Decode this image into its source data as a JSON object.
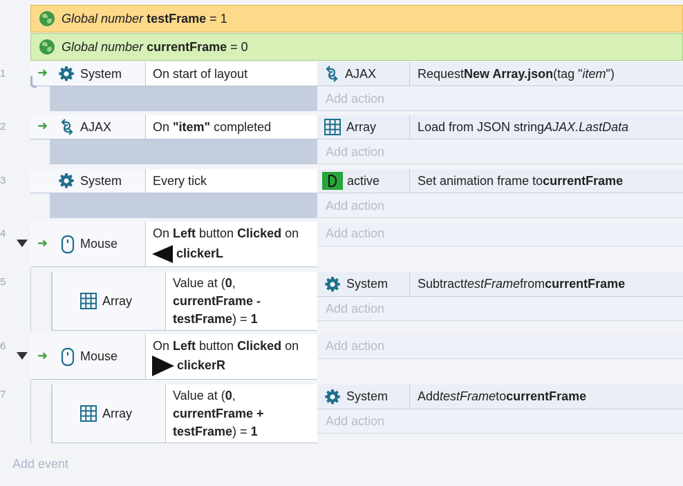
{
  "globals": [
    {
      "prefix": "Global number",
      "name": "testFrame",
      "suffix": "= 1",
      "bg": "#fdd98a",
      "border": "#e8b94d"
    },
    {
      "prefix": "Global number",
      "name": "currentFrame",
      "suffix": "= 0",
      "bg": "#d6f0b6",
      "border": "#a9cf86"
    }
  ],
  "add_action_label": "Add action",
  "add_event_label": "Add event",
  "events": [
    {
      "num": "1",
      "cond_obj": "System",
      "cond_text": "On start of layout",
      "act_obj": "AJAX",
      "act_pre": "Request ",
      "act_bold": "New Array.json",
      "act_post": " (tag \"",
      "act_italic": "item",
      "act_end": "\")"
    },
    {
      "num": "2",
      "cond_obj": "AJAX",
      "cond_pre": "On ",
      "cond_bold": "\"item\"",
      "cond_post": " completed",
      "act_obj": "Array",
      "act_pre": "Load from JSON string ",
      "act_italic": "AJAX.LastData"
    },
    {
      "num": "3",
      "cond_obj": "System",
      "cond_text": "Every tick",
      "act_obj": "active",
      "act_pre": "Set animation frame to ",
      "act_bold": "currentFrame"
    },
    {
      "num": "4",
      "cond_obj": "Mouse",
      "c1": "On ",
      "c2": "Left",
      "c3": " button ",
      "c4": "Clicked",
      "c5": " on",
      "c6": "clickerL"
    },
    {
      "num": "5",
      "cond_obj": "Array",
      "v1": "Value at (",
      "v2": "0",
      "v3": ",",
      "v4": "currentFrame -",
      "v5": "testFrame",
      "v6": ") = ",
      "v7": "1",
      "act_obj": "System",
      "act_pre": "Subtract ",
      "act_italic": "testFrame",
      "act_mid": " from ",
      "act_bold": "currentFrame"
    },
    {
      "num": "6",
      "cond_obj": "Mouse",
      "c1": "On ",
      "c2": "Left",
      "c3": " button ",
      "c4": "Clicked",
      "c5": " on",
      "c6": "clickerR"
    },
    {
      "num": "7",
      "cond_obj": "Array",
      "v1": "Value at (",
      "v2": "0",
      "v3": ",",
      "v4": "currentFrame +",
      "v5": "testFrame",
      "v6": ") = ",
      "v7": "1",
      "act_obj": "System",
      "act_pre": "Add ",
      "act_italic": "testFrame",
      "act_mid": " to ",
      "act_bold": "currentFrame"
    }
  ],
  "colors": {
    "accent_green": "#3a9a3a",
    "icon_blue": "#1f6f8b"
  }
}
